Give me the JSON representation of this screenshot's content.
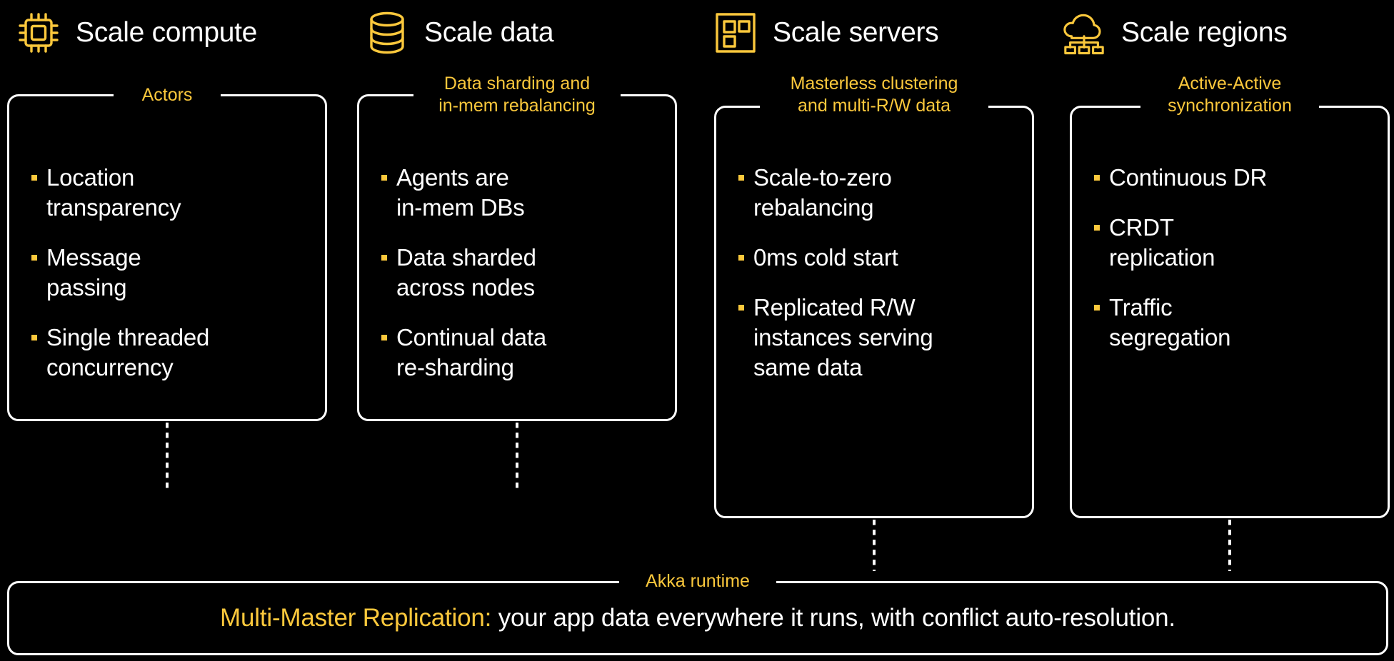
{
  "theme": {
    "background": "#000000",
    "accent": "#FBC83C",
    "text": "#FFFFFF",
    "border": "#FFFFFF"
  },
  "header": {
    "columns": [
      {
        "icon": "cpu-chip-icon",
        "label": "Scale compute"
      },
      {
        "icon": "database-cylinder-icon",
        "label": "Scale data"
      },
      {
        "icon": "server-grid-icon",
        "label": "Scale servers"
      },
      {
        "icon": "cloud-network-icon",
        "label": "Scale regions"
      }
    ]
  },
  "cards": [
    {
      "legend": "Actors",
      "items": [
        "Location\ntransparency",
        "Message\npassing",
        "Single threaded\nconcurrency"
      ]
    },
    {
      "legend": "Data sharding and\nin-mem rebalancing",
      "items": [
        "Agents are\nin-mem DBs",
        "Data sharded\nacross nodes",
        "Continual data\nre-sharding"
      ]
    },
    {
      "legend": "Masterless clustering\nand multi-R/W data",
      "items": [
        "Scale-to-zero\nrebalancing",
        "0ms cold start",
        "Replicated R/W\ninstances serving\nsame data"
      ]
    },
    {
      "legend": "Active-Active\nsynchronization",
      "items": [
        "Continuous DR",
        "CRDT\nreplication",
        "Traffic\nsegregation"
      ]
    }
  ],
  "runtime": {
    "legend": "Akka runtime",
    "statement_accent": "Multi-Master Replication:",
    "statement_plain": " your app data everywhere it runs, with conflict auto-resolution."
  }
}
